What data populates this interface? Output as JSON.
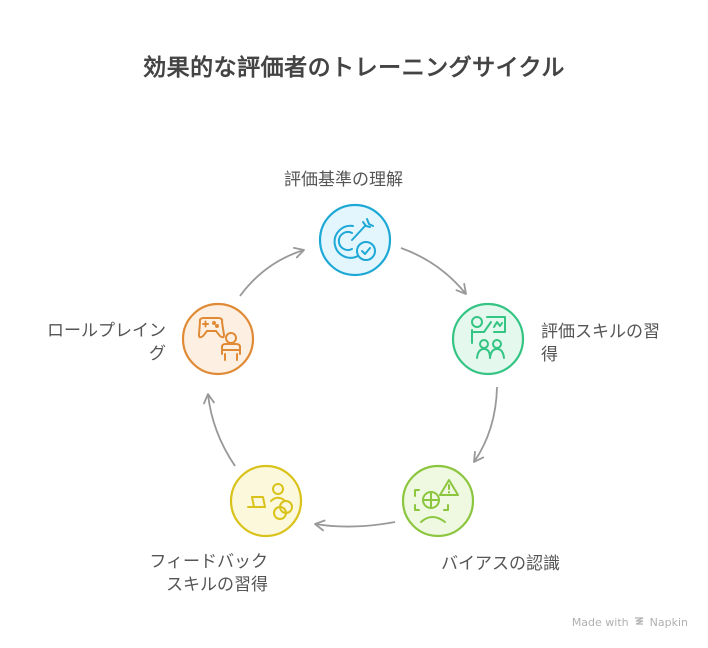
{
  "title": "効果的な評価者のトレーニングサイクル",
  "colors": {
    "arrow": "#999999",
    "step1": {
      "stroke": "#1ea8d6",
      "fill": "#e4f6fd"
    },
    "step2": {
      "stroke": "#34c483",
      "fill": "#e4f8ee"
    },
    "step3": {
      "stroke": "#8cc63f",
      "fill": "#eff8e0"
    },
    "step4": {
      "stroke": "#d9c21a",
      "fill": "#fcf8dc"
    },
    "step5": {
      "stroke": "#e08a35",
      "fill": "#fdf0e3"
    }
  },
  "steps": [
    {
      "label": "評価基準の理解",
      "icon": "target-check-icon"
    },
    {
      "label_line1": "評価スキルの習",
      "label_line2": "得",
      "icon": "teacher-presentation-icon"
    },
    {
      "label": "バイアスの認識",
      "icon": "bias-warning-icon"
    },
    {
      "label_line1": "フィードバック",
      "label_line2": "スキルの習得",
      "icon": "laptop-people-icon"
    },
    {
      "label_line1": "ロールプレイン",
      "label_line2": "グ",
      "icon": "gamepad-person-icon"
    }
  ],
  "footer": {
    "made_with": "Made with",
    "brand": "Napkin"
  }
}
